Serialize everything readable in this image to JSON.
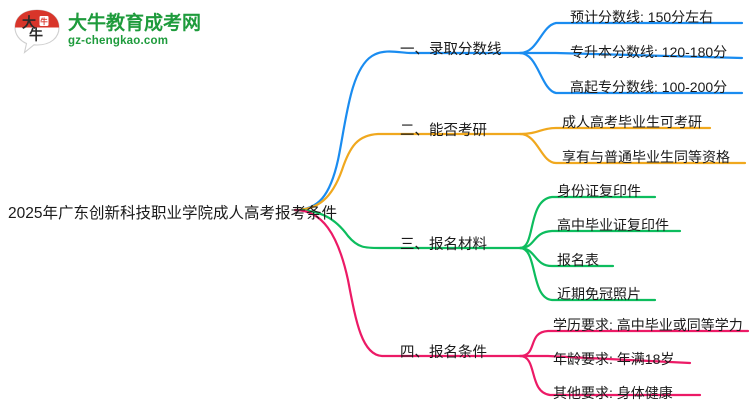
{
  "logo": {
    "mark_name": "daniu-speech-bubble-logo",
    "cn_text": "大牛教育成考网",
    "en_text": "gz-chengkao.com",
    "mark_char": "大牛",
    "brand_green": "#1e9b3c",
    "brand_red": "#d8352a"
  },
  "mindmap": {
    "center": {
      "label": "2025年广东创新科技职业学院成人高考报考条件"
    },
    "branches": [
      {
        "label": "一、录取分数线",
        "color": "#1a8cf0",
        "children": [
          {
            "label": "预计分数线: 150分左右"
          },
          {
            "label": "专升本分数线: 120-180分"
          },
          {
            "label": "高起专分数线: 100-200分"
          }
        ]
      },
      {
        "label": "二、能否考研",
        "color": "#f0a81e",
        "children": [
          {
            "label": "成人高考毕业生可考研"
          },
          {
            "label": "享有与普通毕业生同等资格"
          }
        ]
      },
      {
        "label": "三、报名材料",
        "color": "#0dbd5e",
        "children": [
          {
            "label": "身份证复印件"
          },
          {
            "label": "高中毕业证复印件"
          },
          {
            "label": "报名表"
          },
          {
            "label": "近期免冠照片"
          }
        ]
      },
      {
        "label": "四、报名条件",
        "color": "#ec1a66",
        "children": [
          {
            "label": "学历要求: 高中毕业或同等学力"
          },
          {
            "label": "年龄要求: 年满18岁"
          },
          {
            "label": "其他要求: 身体健康"
          }
        ]
      }
    ]
  }
}
